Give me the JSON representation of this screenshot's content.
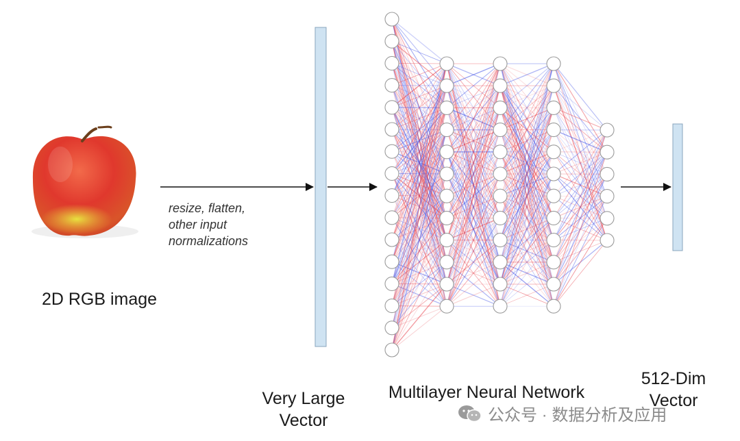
{
  "image_label": "2D RGB image",
  "arrow_caption": [
    "resize, flatten,",
    "other input",
    "normalizations"
  ],
  "very_large_vector": [
    "Very Large",
    "Vector"
  ],
  "network_label": "Multilayer Neural Network",
  "output_vector": [
    "512-Dim",
    "Vector"
  ],
  "watermark": "公众号 · 数据分析及应用",
  "network": {
    "layer_sizes": [
      16,
      12,
      12,
      12,
      6
    ]
  },
  "colors": {
    "vector_fill": "#cfe3f2",
    "vector_stroke": "#8aa5bd",
    "node_stroke": "#9a9a9a",
    "edge_positive": "#e8434d",
    "edge_negative": "#4a5ae8",
    "arrow": "#111111",
    "apple_red": "#d8332a",
    "apple_yellow": "#e8d23a"
  }
}
